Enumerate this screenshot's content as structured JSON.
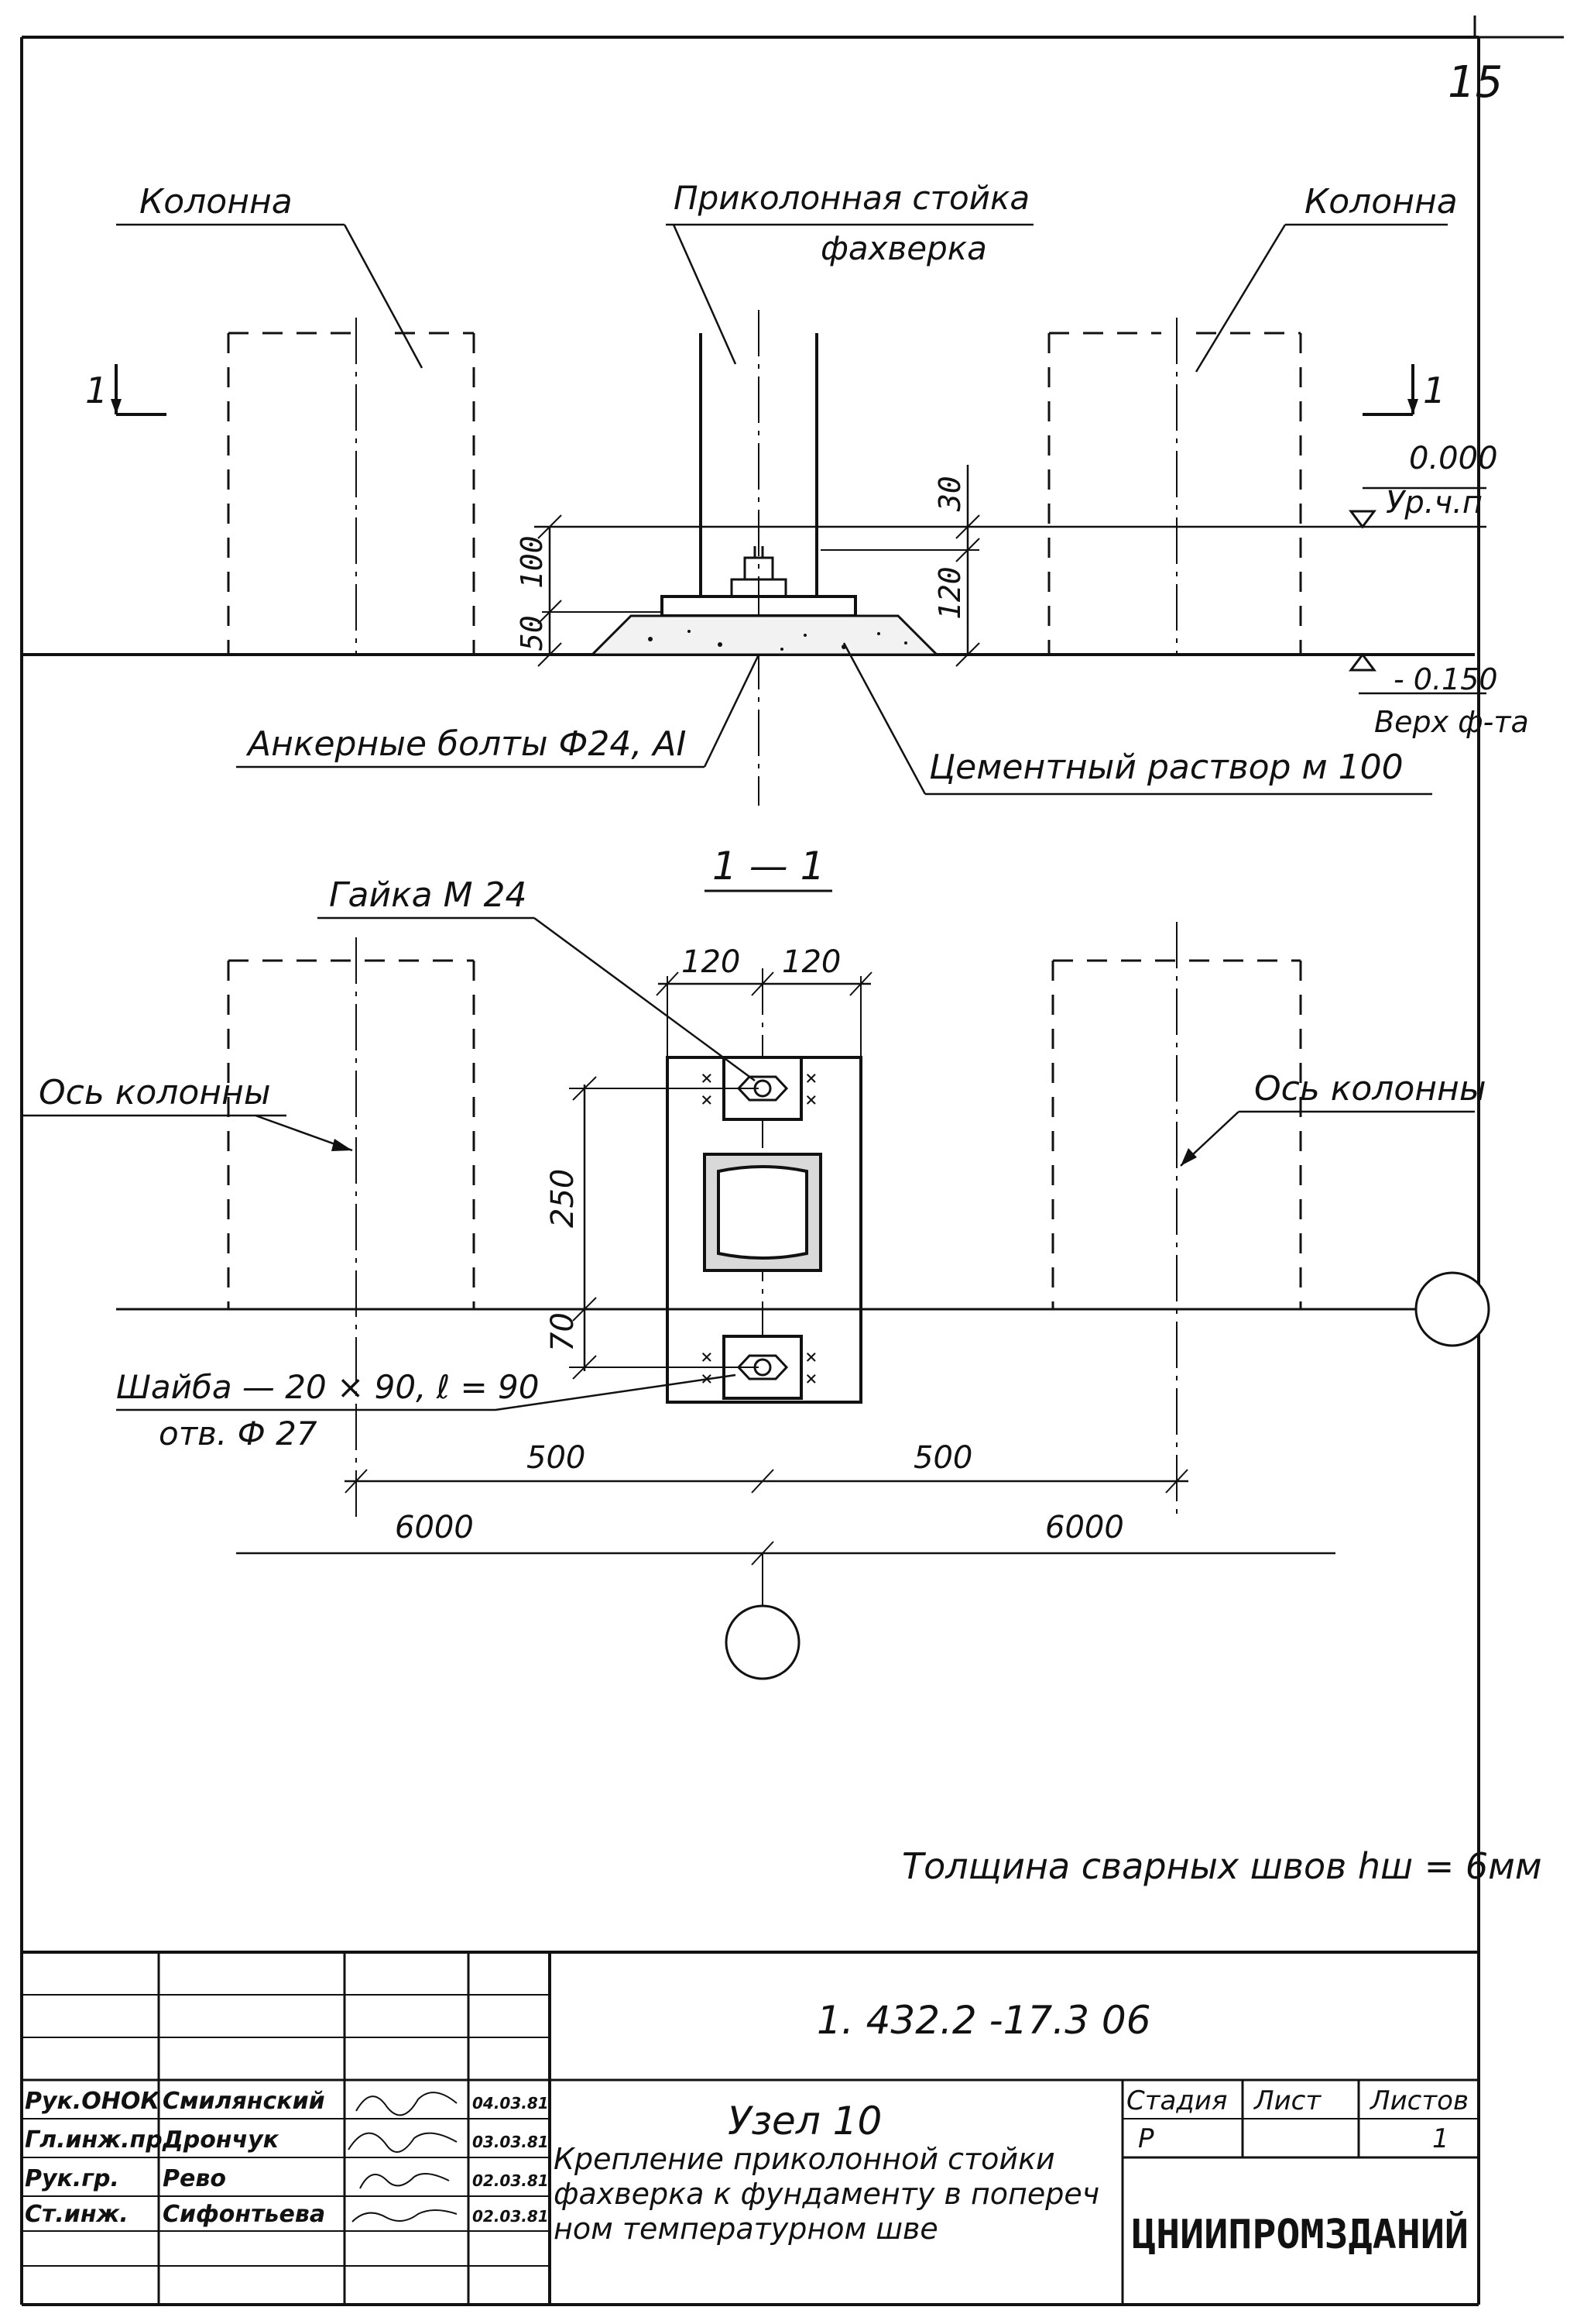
{
  "sheet_number": "15",
  "top_view": {
    "label_column_left": "Колонна",
    "label_stoika_line1": "Приколонная стойка",
    "label_stoika_line2": "фахверка",
    "label_column_right": "Колонна",
    "section_mark_left": "1",
    "section_mark_right": "1",
    "level_value": "0.000",
    "level_label": "Ур.ч.п",
    "level_bottom_value": "- 0.150",
    "level_bottom_label": "Верх ф-та",
    "dim_30": "30",
    "dim_120": "120",
    "dim_100": "100",
    "dim_50": "50",
    "label_anchor_bolts": "Анкерные болты Ф24, AI",
    "label_mortar": "Цементный раствор м 100"
  },
  "section_view": {
    "section_title": "1 — 1",
    "label_nut": "Гайка М 24",
    "dim_120_left": "120",
    "dim_120_right": "120",
    "label_axis_left": "Ось колонны",
    "label_axis_right": "Ось колонны",
    "dim_250": "250",
    "dim_70": "70",
    "label_washer_line1": "Шайба — 20 × 90, ℓ = 90",
    "label_washer_line2": "отв. Ф 27",
    "dim_500_left": "500",
    "dim_500_right": "500",
    "dim_6000_left": "6000",
    "dim_6000_right": "6000"
  },
  "weld_note": "Толщина сварных швов hш = 6мм",
  "title_block": {
    "code": "1. 432.2 -17.3  06",
    "people": [
      {
        "role": "Рук.ОНОК",
        "name": "Смилянский",
        "date": "04.03.81"
      },
      {
        "role": "Гл.инж.пр.",
        "name": "Дрончук",
        "date": "03.03.81"
      },
      {
        "role": "Рук.гр.",
        "name": "Рево",
        "date": "02.03.81"
      },
      {
        "role": "Ст.инж.",
        "name": "Сифонтьева",
        "date": "02.03.81"
      }
    ],
    "node_title": "Узел 10",
    "description_line1": "Крепление приколонной стойки",
    "description_line2": "фахверка к фундаменту в попереч",
    "description_line3": "ном температурном шве",
    "stage_header": "Стадия",
    "sheet_header": "Лист",
    "sheets_header": "Листов",
    "stage_value": "Р",
    "sheet_value": "",
    "sheets_value": "1",
    "organization": "ЦНИИПРОМЗДАНИЙ"
  }
}
